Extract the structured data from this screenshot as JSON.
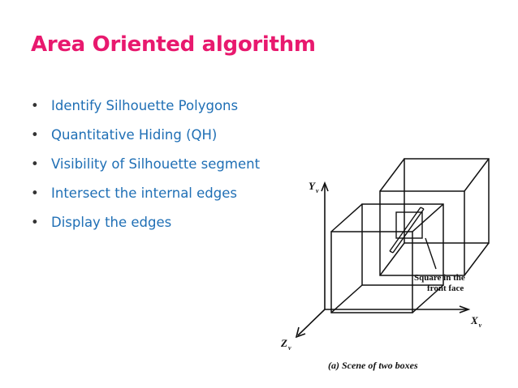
{
  "slide": {
    "title": "Area Oriented algorithm",
    "bullets": [
      "Identify Silhouette Polygons",
      "Quantitative Hiding (QH)",
      "Visibility of Silhouette segment",
      "Intersect the internal edges",
      "Display the edges"
    ]
  },
  "figure": {
    "y_axis_label": "Y",
    "y_axis_sub": "v",
    "x_axis_label": "X",
    "x_axis_sub": "v",
    "z_axis_label": "Z",
    "z_axis_sub": "v",
    "callout_line1": "Square in the",
    "callout_line2": "front face",
    "caption": "(a) Scene of two boxes"
  },
  "colors": {
    "title": "#e8196e",
    "bullet_text": "#1f6fb5",
    "figure_ink": "#111111"
  }
}
